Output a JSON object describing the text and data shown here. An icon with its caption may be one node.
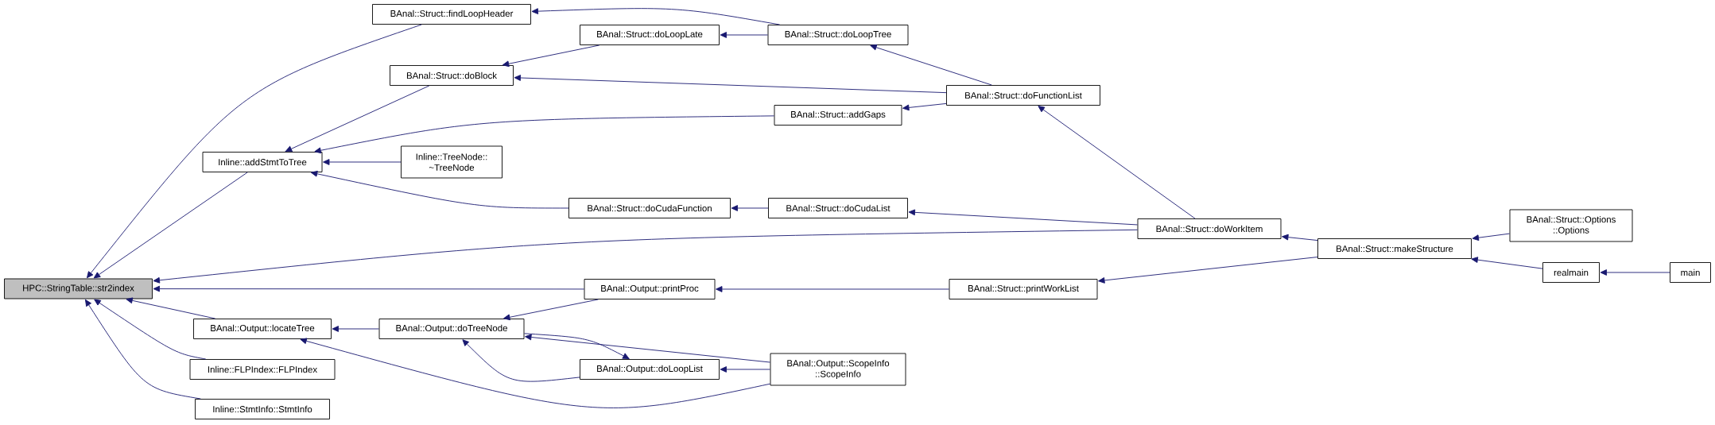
{
  "diagram": {
    "nodes": [
      {
        "text": [
          "HPC::StringTable::str2index"
        ]
      },
      {
        "text": [
          "BAnal::Struct::findLoopHeader"
        ]
      },
      {
        "text": [
          "BAnal::Struct::doBlock"
        ]
      },
      {
        "text": [
          "Inline::addStmtToTree"
        ]
      },
      {
        "text": [
          "Inline::TreeNode:: ~TreeNode"
        ]
      },
      {
        "text": [
          "BAnal::Output::locateTree"
        ]
      },
      {
        "text": [
          "BAnal::Output::doTreeNode"
        ]
      },
      {
        "text": [
          "Inline::FLPIndex::FLPIndex"
        ]
      },
      {
        "text": [
          "Inline::StmtInfo::StmtInfo"
        ]
      },
      {
        "text": [
          "BAnal::Struct::doLoopLate"
        ]
      },
      {
        "text": [
          "BAnal::Struct::doLoopTree"
        ]
      },
      {
        "text": [
          "BAnal::Struct::doFunctionList"
        ]
      },
      {
        "text": [
          "BAnal::Struct::addGaps"
        ]
      },
      {
        "text": [
          "BAnal::Struct::doCudaFunction"
        ]
      },
      {
        "text": [
          "BAnal::Struct::doCudaList"
        ]
      },
      {
        "text": [
          "BAnal::Output::printProc"
        ]
      },
      {
        "text": [
          "BAnal::Struct::printWorkList"
        ]
      },
      {
        "text": [
          "BAnal::Output::doLoopList"
        ]
      },
      {
        "text": [
          "BAnal::Output::ScopeInfo ::ScopeInfo"
        ]
      },
      {
        "text": [
          "BAnal::Struct::doWorkItem"
        ]
      },
      {
        "text": [
          "BAnal::Struct::makeStructure"
        ]
      },
      {
        "text": [
          "BAnal::Struct::Options ::Options"
        ]
      },
      {
        "text": [
          "realmain"
        ]
      },
      {
        "text": [
          "main"
        ]
      }
    ],
    "edges": [
      {
        "from": 1,
        "to": 0,
        "arrow": "to"
      },
      {
        "from": 3,
        "to": 0,
        "arrow": "to"
      },
      {
        "from": 19,
        "to": 0,
        "arrow": "to"
      },
      {
        "from": 15,
        "to": 0,
        "arrow": "to"
      },
      {
        "from": 5,
        "to": 0,
        "arrow": "to"
      },
      {
        "from": 7,
        "to": 0,
        "arrow": "to"
      },
      {
        "from": 8,
        "to": 0,
        "arrow": "to"
      },
      {
        "from": 10,
        "to": 1,
        "arrow": "to"
      },
      {
        "from": 9,
        "to": 2,
        "arrow": "to"
      },
      {
        "from": 11,
        "to": 2,
        "arrow": "to"
      },
      {
        "from": 2,
        "to": 3,
        "arrow": "to"
      },
      {
        "from": 12,
        "to": 3,
        "arrow": "to"
      },
      {
        "from": 4,
        "to": 3,
        "arrow": "to"
      },
      {
        "from": 13,
        "to": 3,
        "arrow": "to"
      },
      {
        "from": 6,
        "to": 5,
        "arrow": "to"
      },
      {
        "from": 18,
        "to": 5,
        "arrow": "to"
      },
      {
        "from": 15,
        "to": 6,
        "arrow": "to"
      },
      {
        "from": 18,
        "to": 6,
        "arrow": "to"
      },
      {
        "from": 17,
        "to": 6,
        "arrow": "to"
      },
      {
        "from": 10,
        "to": 9,
        "arrow": "to"
      },
      {
        "from": 11,
        "to": 10,
        "arrow": "to"
      },
      {
        "from": 11,
        "to": 12,
        "arrow": "to"
      },
      {
        "from": 19,
        "to": 11,
        "arrow": "to"
      },
      {
        "from": 14,
        "to": 13,
        "arrow": "to"
      },
      {
        "from": 19,
        "to": 14,
        "arrow": "to"
      },
      {
        "from": 16,
        "to": 15,
        "arrow": "to"
      },
      {
        "from": 20,
        "to": 16,
        "arrow": "to"
      },
      {
        "from": 6,
        "to": 17,
        "arrow": "to"
      },
      {
        "from": 18,
        "to": 17,
        "arrow": "to"
      },
      {
        "from": 20,
        "to": 19,
        "arrow": "to"
      },
      {
        "from": 21,
        "to": 20,
        "arrow": "to"
      },
      {
        "from": 22,
        "to": 20,
        "arrow": "to"
      },
      {
        "from": 23,
        "to": 22,
        "arrow": "to"
      }
    ]
  }
}
